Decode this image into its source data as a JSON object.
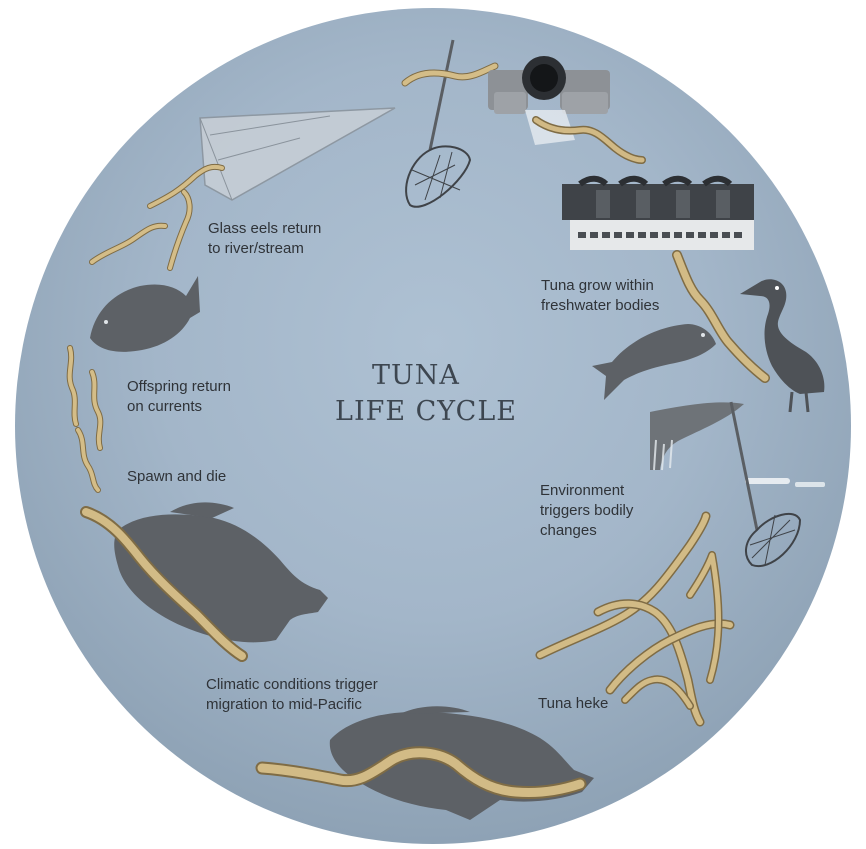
{
  "title": {
    "line1": "TUNA",
    "line2": "LIFE CYCLE"
  },
  "stages": [
    {
      "id": "glass-eels",
      "line1": "Glass eels return",
      "line2": "to river/stream"
    },
    {
      "id": "grow",
      "line1": "Tuna grow within",
      "line2": "freshwater bodies"
    },
    {
      "id": "environment",
      "line1": "Environment",
      "line2": "triggers bodily",
      "line3": "changes"
    },
    {
      "id": "heke",
      "line1": "Tuna heke"
    },
    {
      "id": "climatic",
      "line1": "Climatic conditions trigger",
      "line2": "migration to mid-Pacific"
    },
    {
      "id": "spawn",
      "line1": "Spawn and die"
    },
    {
      "id": "offspring",
      "line1": "Offspring return",
      "line2": "on currents"
    }
  ],
  "colors": {
    "circle_top": "#b9cbdd",
    "circle_bottom": "#8a9fb2",
    "silhouette": "#5d6166",
    "eel_body": "#c8b17c",
    "eel_shadow": "#7f6c45"
  },
  "icons": [
    "hand-net-icon",
    "pipe-culvert-icon",
    "dam-icon",
    "heron-icon",
    "trout-icon",
    "waterfall-icon",
    "grouper-icon",
    "glass-eel-icon"
  ]
}
